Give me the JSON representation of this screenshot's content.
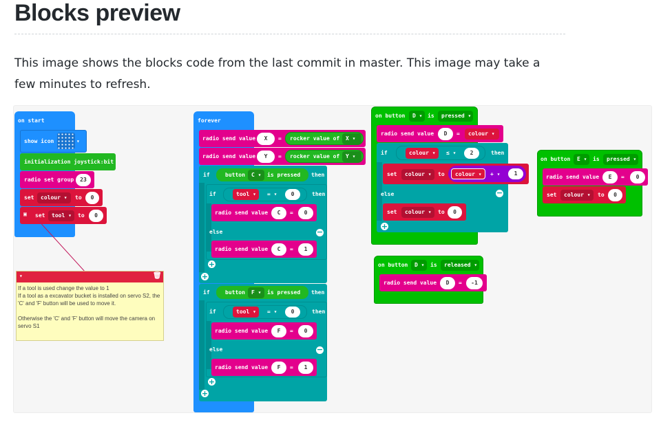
{
  "page": {
    "heading": "Blocks preview",
    "intro": "This image shows the blocks code from the last commit in master. This image may take a few minutes to refresh."
  },
  "colors": {
    "basic_blue": "#1e90ff",
    "radio_magenta": "#e3008c",
    "variables_red": "#dc143c",
    "logic_teal": "#00a4a6",
    "input_green": "#00c000",
    "joystick_green": "#22b822",
    "math_purple": "#9400d3",
    "comment_yellow": "#fefdbe"
  },
  "blocks": {
    "on_start": {
      "hat": "on start",
      "show_icon": "show icon",
      "init": "initialization joystick:bit",
      "radio_group": "radio set group",
      "radio_group_value": "23",
      "set1": "set",
      "set1_var": "colour ▾",
      "set1_to": "to",
      "set1_value": "0",
      "set2": "set",
      "set2_var": "tool ▾",
      "set2_to": "to",
      "set2_value": "0"
    },
    "comment": {
      "text": "If a tool is used change the value to 1\nIf a tool as a excavator bucket is installed on servo S2, the 'C' and 'F' button will be used to move it.\n\nOtherwise the 'C' and 'F' button will move the camera on servo S1"
    },
    "forever": {
      "hat": "forever",
      "rsv": "radio send value",
      "x_key": "X",
      "eq": "=",
      "rocker": "rocker value of",
      "x_dd": "X ▾",
      "y_key": "Y",
      "y_dd": "Y ▾",
      "if": "if",
      "then": "then",
      "else": "else",
      "button": "button",
      "c_dd": "C ▾",
      "f_dd": "F ▾",
      "is_pressed": "is pressed",
      "tool_dd": "tool ▾",
      "eq_dd": "= ▾",
      "zero": "0",
      "one": "1",
      "c_key": "C",
      "f_key": "F"
    },
    "button_d_pressed": {
      "on_button": "on button",
      "d_dd": "D ▾",
      "is": "is",
      "pressed_dd": "pressed ▾",
      "rsv": "radio send value",
      "d_key": "D",
      "eq": "=",
      "colour_dd": "colour ▾",
      "if": "if",
      "lt_dd": "≤ ▾",
      "two": "2",
      "then": "then",
      "set": "set",
      "to": "to",
      "plus_dd": "+ ▾",
      "one": "1",
      "else": "else",
      "zero": "0"
    },
    "button_e_pressed": {
      "on_button": "on button",
      "e_dd": "E ▾",
      "is": "is",
      "pressed_dd": "pressed ▾",
      "rsv": "radio send value",
      "e_key": "E",
      "eq": "=",
      "zero": "0",
      "set": "set",
      "colour_dd": "colour ▾",
      "to": "to"
    },
    "button_d_released": {
      "on_button": "on button",
      "d_dd": "D ▾",
      "is": "is",
      "released_dd": "released ▾",
      "rsv": "radio send value",
      "d_key": "D",
      "eq": "=",
      "minus_one": "-1"
    }
  }
}
